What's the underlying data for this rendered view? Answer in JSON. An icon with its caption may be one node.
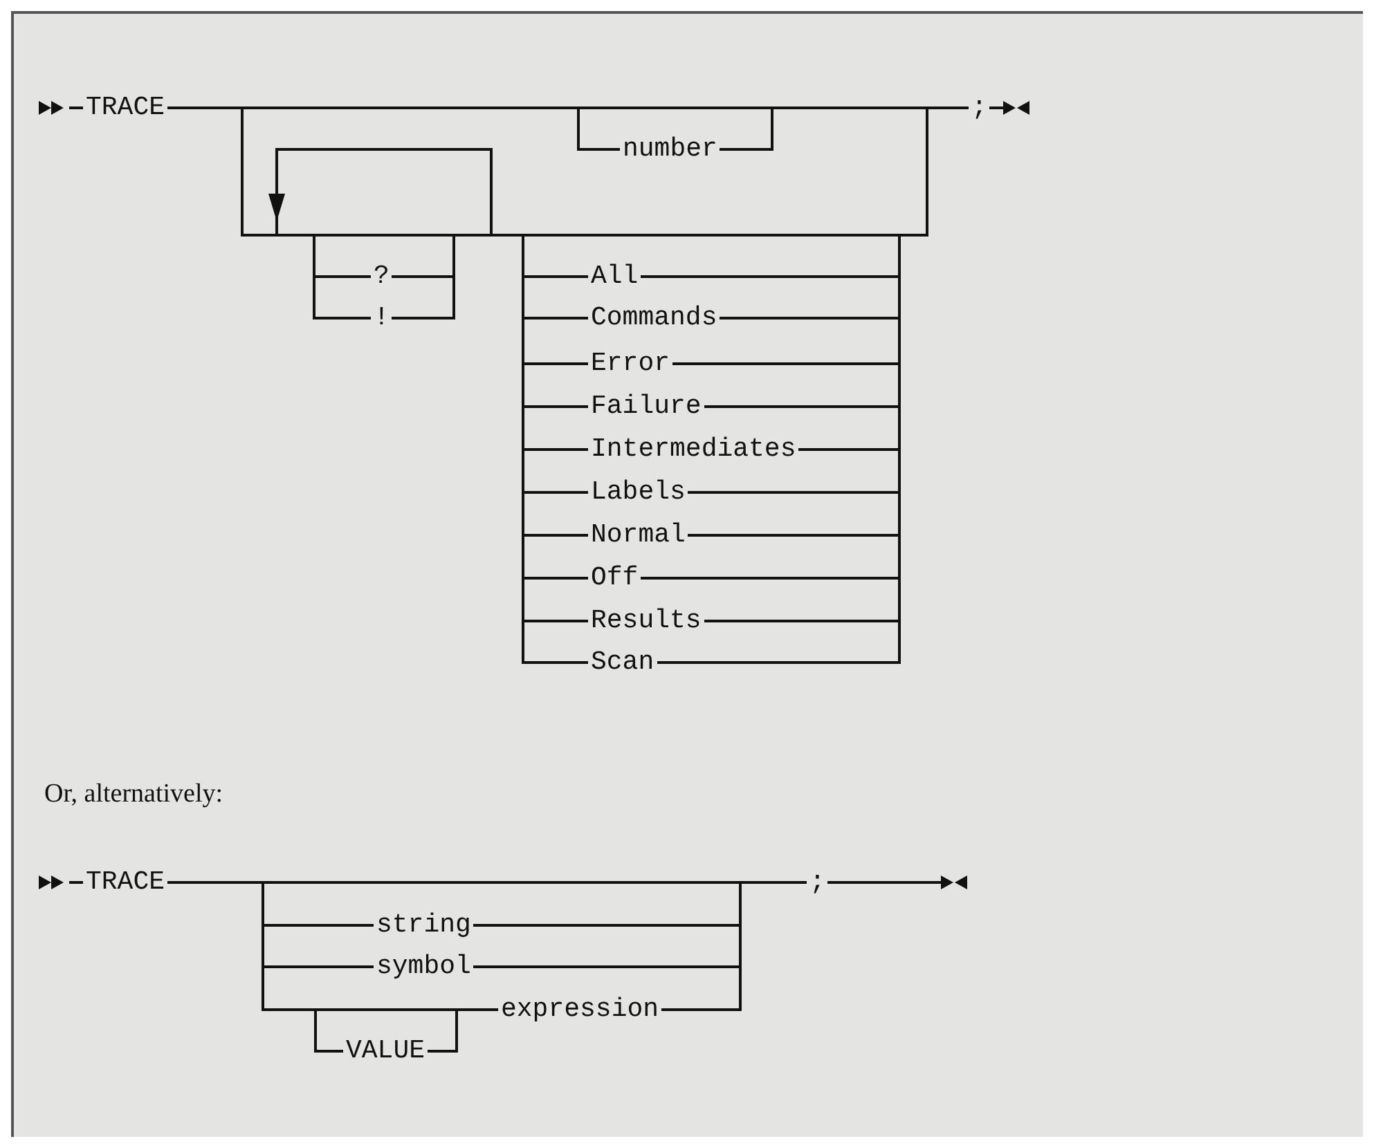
{
  "diagram": {
    "labels": [
      "TRACE",
      "number",
      ";",
      "?",
      "!",
      "All",
      "Commands",
      "Error",
      "Failure",
      "Intermediates",
      "Labels",
      "Normal",
      "Off",
      "Results",
      "Scan",
      "Or, alternatively:",
      "TRACE",
      "string",
      ";",
      "symbol",
      "expression",
      "VALUE"
    ]
  }
}
